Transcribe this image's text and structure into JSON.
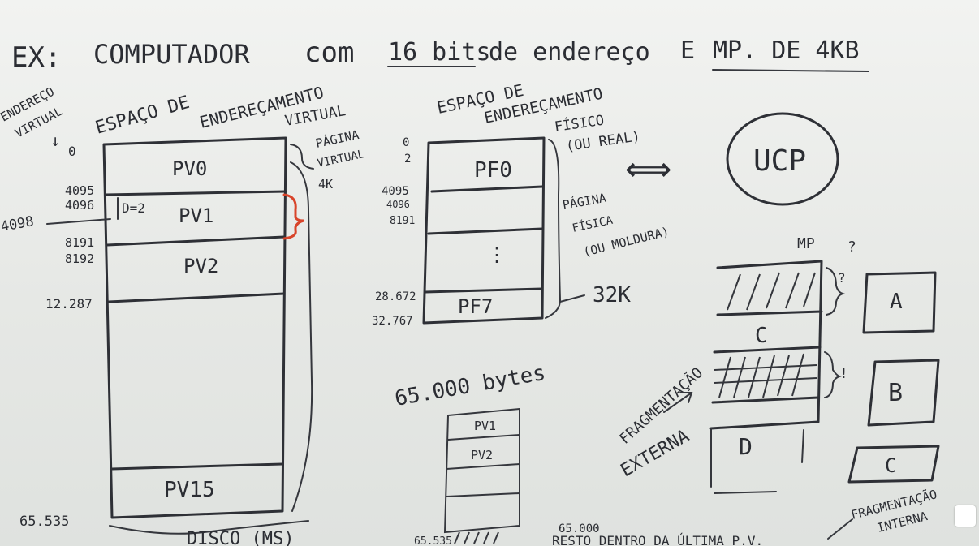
{
  "title": {
    "prefix": "EX:",
    "text1": "COMPUTADOR",
    "text2": "com",
    "bits": "16 bits",
    "text3": "de endereço",
    "text4": "E",
    "mp": "MP. DE 4KB"
  },
  "virtual": {
    "side_label_1": "ENDEREÇO",
    "side_label_2": "VIRTUAL",
    "side_arrow": "↓",
    "heading_1": "ESPAÇO DE",
    "heading_2": "ENDEREÇAMENTO",
    "heading_3": "VIRTUAL",
    "page_note_1": "PÁGINA",
    "page_note_2": "VIRTUAL",
    "page_note_3": "4K",
    "addr_0": "0",
    "addr_4095": "4095",
    "addr_4096": "4096",
    "addr_4098": "4098",
    "addr_8191": "8191",
    "addr_8192": "8192",
    "addr_12287": "12.287",
    "addr_65535": "65.535",
    "d_label": "D=2",
    "pages": [
      "PV0",
      "PV1",
      "PV2",
      "PV15"
    ],
    "disk_label": "DISCO (MS)"
  },
  "physical": {
    "heading_1": "ESPAÇO DE",
    "heading_2": "ENDEREÇAMENTO",
    "heading_3": "FÍSICO",
    "heading_4": "(OU REAL)",
    "addr_0": "0",
    "addr_2": "2",
    "addr_4095": "4095",
    "addr_4096": "4096",
    "addr_8191": "8191",
    "addr_28672": "28.672",
    "addr_32767": "32.767",
    "frames": [
      "PF0",
      "PF7"
    ],
    "dots": "⋮",
    "frame_note_1": "PÁGINA",
    "frame_note_2": "FÍSICA",
    "frame_note_3": "(OU MOLDURA)",
    "size_label": "32K"
  },
  "cpu": {
    "label": "UCP",
    "arrow": "⟺"
  },
  "program": {
    "size_label": "65.000 bytes",
    "pages": [
      "PV1",
      "PV2"
    ],
    "addr_bottom": "65.535",
    "addr_end": "65.000",
    "note": "RESTO DENTRO DA ÚLTIMA P.V.",
    "internal_1": "FRAGMENTAÇÃO",
    "internal_2": "INTERNA"
  },
  "mp": {
    "label": "MP",
    "question": "?",
    "blocks": [
      "C",
      "D"
    ],
    "bang": "!",
    "external_1": "FRAGMENTAÇÃO",
    "external_2": "EXTERNA",
    "processes": [
      "A",
      "B",
      "C"
    ]
  },
  "colors": {
    "ink": "#2e3036",
    "accent": "#d8442a",
    "board": "#e9ebe8"
  }
}
